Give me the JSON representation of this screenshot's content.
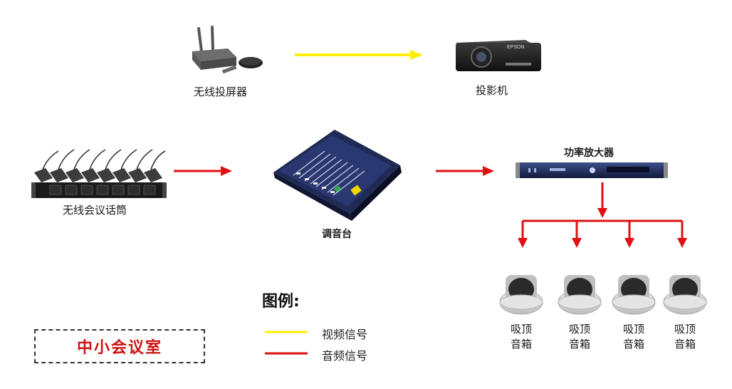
{
  "devices": {
    "wireless_projector": "无线投屏器",
    "projector": "投影机",
    "wireless_mic": "无线会议话筒",
    "mixer": "调音台",
    "amplifier": "功率放大器",
    "speakers": [
      {
        "line1": "吸顶",
        "line2": "音箱"
      },
      {
        "line1": "吸顶",
        "line2": "音箱"
      },
      {
        "line1": "吸顶",
        "line2": "音箱"
      },
      {
        "line1": "吸顶",
        "line2": "音箱"
      }
    ]
  },
  "legend": {
    "title": "图例:",
    "video": "视频信号",
    "audio": "音频信号",
    "video_color": "#ffee00",
    "audio_color": "#e01010"
  },
  "room_label": "中小会议室"
}
